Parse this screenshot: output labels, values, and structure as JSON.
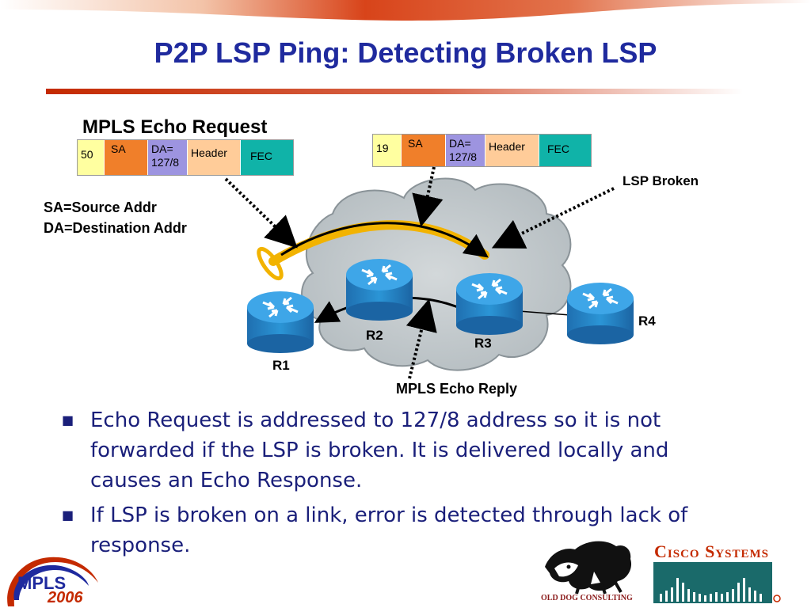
{
  "slide": {
    "title": "P2P LSP Ping: Detecting Broken LSP"
  },
  "diagram": {
    "echo_request_label": "MPLS Echo Request",
    "legend_sa": "SA=Source Addr",
    "legend_da": "DA=Destination Addr",
    "lsp_broken_label": "LSP Broken",
    "echo_reply_label": "MPLS Echo Reply",
    "packet1": {
      "label": "50",
      "sa": "SA",
      "da_line1": "DA=",
      "da_line2": "127/8",
      "header": "Header",
      "fec": "FEC"
    },
    "packet2": {
      "label": "19",
      "sa": "SA",
      "da_line1": "DA=",
      "da_line2": "127/8",
      "header": "Header",
      "fec": "FEC"
    },
    "routers": {
      "r1": "R1",
      "r2": "R2",
      "r3": "R3",
      "r4": "R4"
    }
  },
  "bullets": [
    "Echo Request is addressed to 127/8 address so it is not forwarded if the LSP is broken. It is delivered locally and causes an Echo Response.",
    "If LSP is broken on a link, error is detected through lack of response."
  ],
  "logos": {
    "mpls_text": "MPLS",
    "mpls_year": "2006",
    "old_dog": "OLD DOG CONSULTING",
    "cisco": "Cisco Systems"
  },
  "colors": {
    "title": "#1f2a9e",
    "accent_red": "#cc2200",
    "label_yellow": "#ffffa0",
    "sa_orange": "#f07f2a",
    "da_purple": "#9d94e0",
    "header_peach": "#ffcc99",
    "fec_teal": "#10b3a8",
    "lsp_yellow": "#f2b300"
  }
}
